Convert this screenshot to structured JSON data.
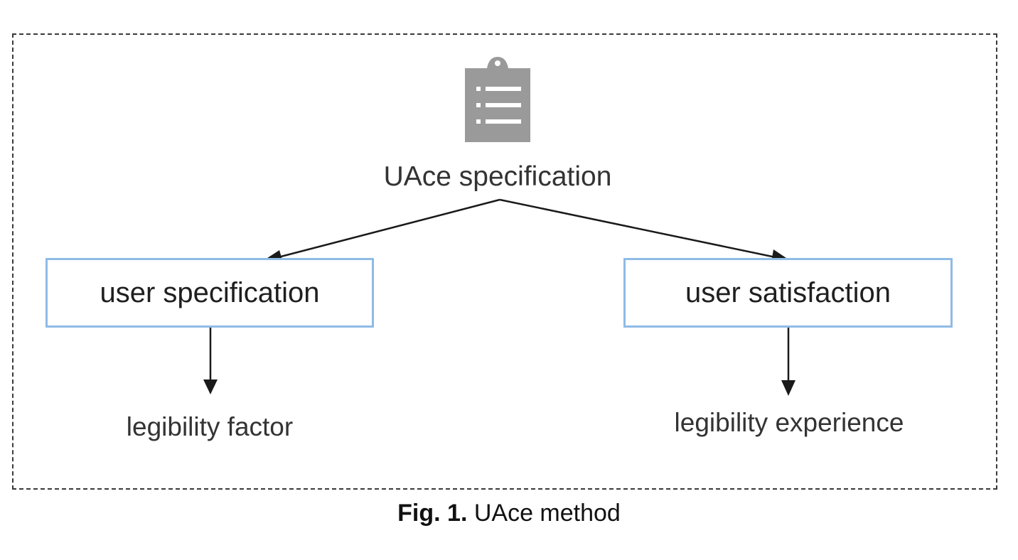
{
  "diagram": {
    "root": {
      "label": "UAce specification",
      "icon": "clipboard-list-icon",
      "icon_color": "#9a9a9a"
    },
    "nodes": [
      {
        "label": "user specification",
        "border_color": "#8fbbe6"
      },
      {
        "label": "user satisfaction",
        "border_color": "#8fbbe6"
      }
    ],
    "leaves": [
      {
        "label": "legibility factor"
      },
      {
        "label": "legibility experience"
      }
    ],
    "edges": [
      {
        "from": "UAce specification",
        "to": "user specification"
      },
      {
        "from": "UAce specification",
        "to": "user satisfaction"
      },
      {
        "from": "user specification",
        "to": "legibility factor"
      },
      {
        "from": "user satisfaction",
        "to": "legibility experience"
      }
    ]
  },
  "caption": {
    "figure_number": "Fig. 1.",
    "text": "UAce method"
  }
}
